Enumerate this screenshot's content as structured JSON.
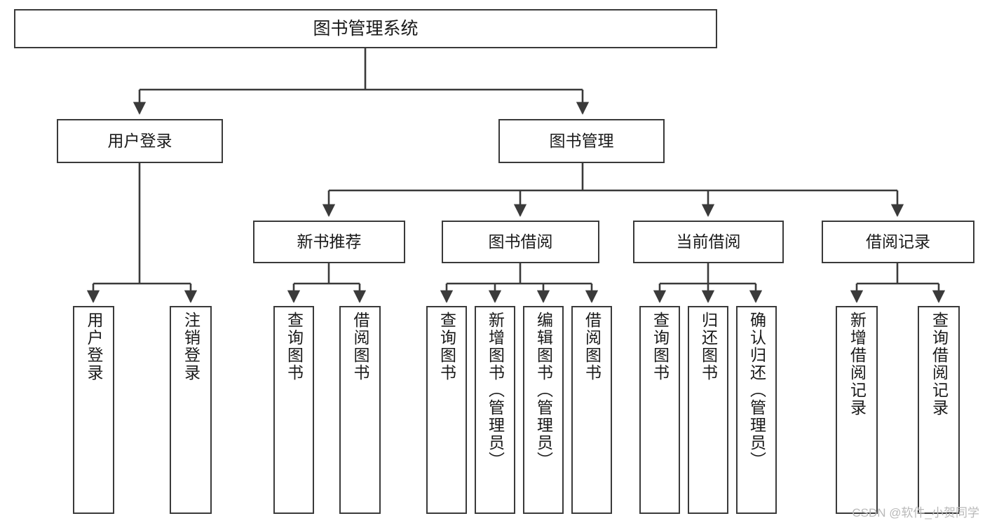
{
  "diagram": {
    "title": "图书管理系统",
    "type": "hierarchy-tree",
    "watermark": "CSDN @软件_小贺同学",
    "colors": {
      "box_border": "#3a3a3a",
      "box_fill": "#ffffff",
      "connector": "#3a3a3a",
      "text": "#1a1a1a",
      "watermark": "#b9b9b9",
      "background": "#ffffff"
    },
    "levels": {
      "root": {
        "label": "图书管理系统"
      },
      "level1": [
        {
          "label": "用户登录"
        },
        {
          "label": "图书管理"
        }
      ],
      "level2": [
        {
          "label": "新书推荐"
        },
        {
          "label": "图书借阅"
        },
        {
          "label": "当前借阅"
        },
        {
          "label": "借阅记录"
        }
      ],
      "leaves": {
        "user_login": [
          {
            "label": "用户登录"
          },
          {
            "label": "注销登录"
          }
        ],
        "new_book_recommend": [
          {
            "label": "查询图书"
          },
          {
            "label": "借阅图书"
          }
        ],
        "book_borrow": [
          {
            "label": "查询图书"
          },
          {
            "label": "新增图书（管理员）"
          },
          {
            "label": "编辑图书（管理员）"
          },
          {
            "label": "借阅图书"
          }
        ],
        "current_borrow": [
          {
            "label": "查询图书"
          },
          {
            "label": "归还图书"
          },
          {
            "label": "确认归还（管理员）"
          }
        ],
        "borrow_record": [
          {
            "label": "新增借阅记录"
          },
          {
            "label": "查询借阅记录"
          }
        ]
      }
    }
  }
}
